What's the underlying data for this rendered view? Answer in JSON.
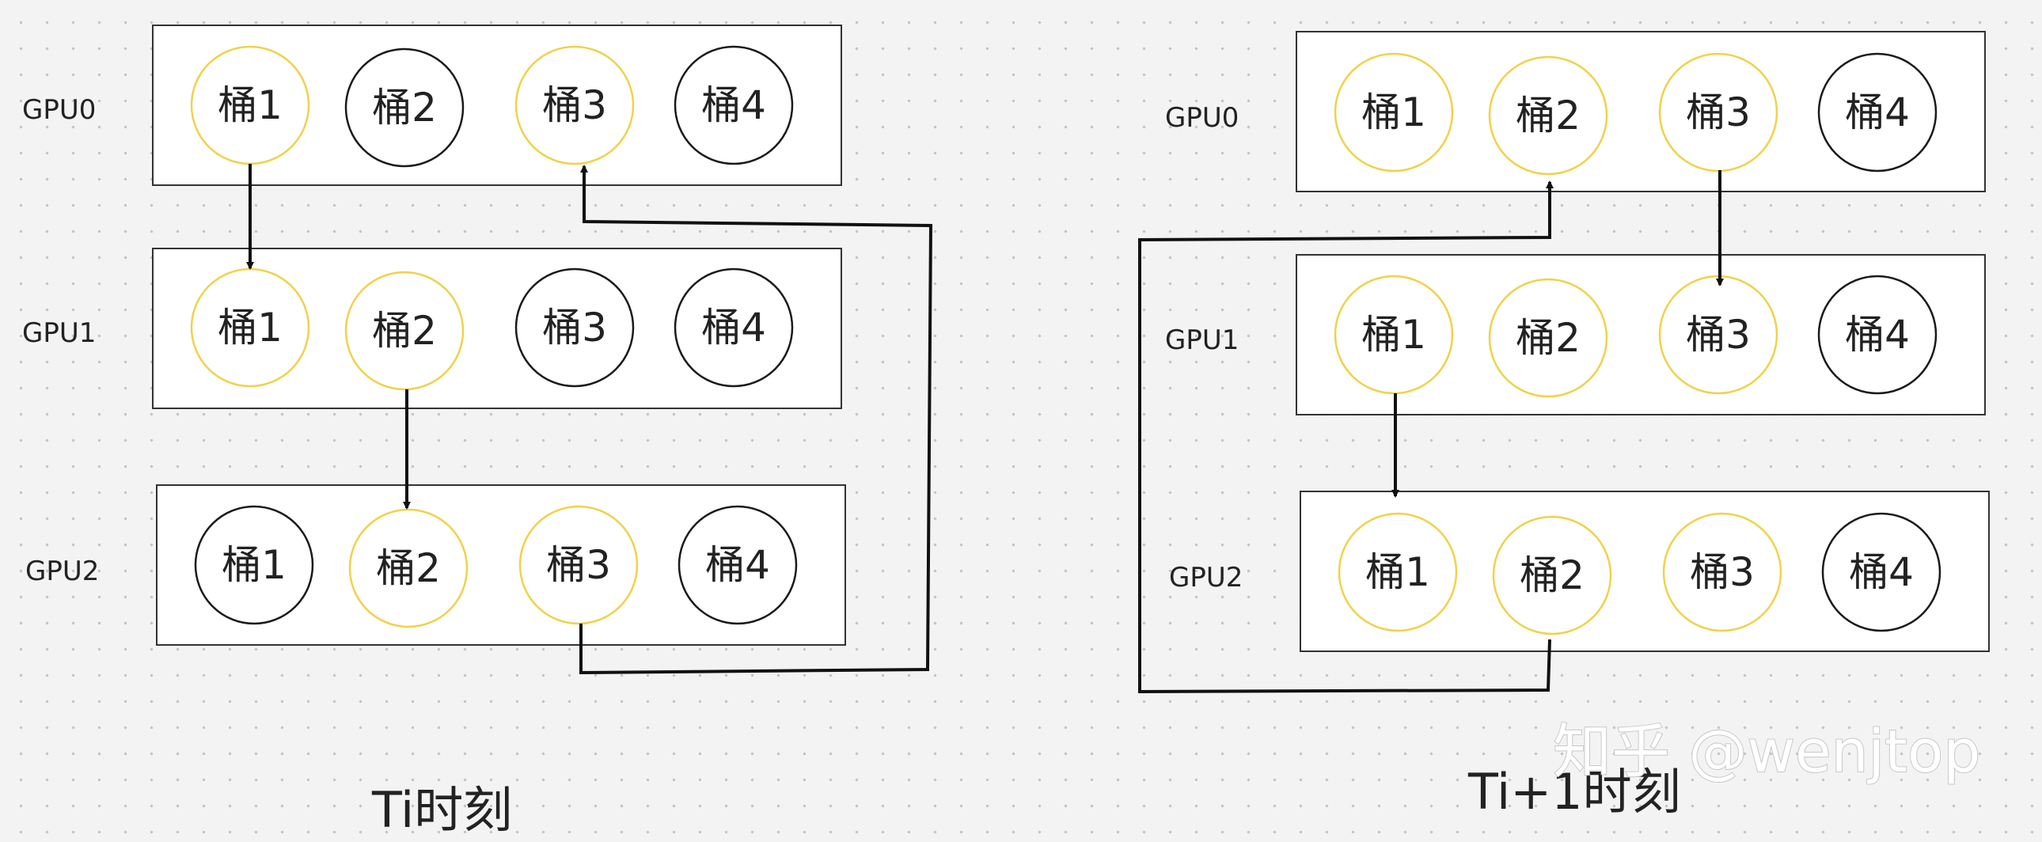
{
  "colors": {
    "active": "#f0d24a",
    "inactive": "#1a1a1a",
    "box_fill": "#ffffff",
    "line": "#111111"
  },
  "panels": [
    {
      "caption": "Ti时刻",
      "gpus": [
        {
          "label": "GPU0",
          "buckets": [
            {
              "label": "桶1",
              "active": true
            },
            {
              "label": "桶2",
              "active": false
            },
            {
              "label": "桶3",
              "active": true
            },
            {
              "label": "桶4",
              "active": false
            }
          ]
        },
        {
          "label": "GPU1",
          "buckets": [
            {
              "label": "桶1",
              "active": true
            },
            {
              "label": "桶2",
              "active": true
            },
            {
              "label": "桶3",
              "active": false
            },
            {
              "label": "桶4",
              "active": false
            }
          ]
        },
        {
          "label": "GPU2",
          "buckets": [
            {
              "label": "桶1",
              "active": false
            },
            {
              "label": "桶2",
              "active": true
            },
            {
              "label": "桶3",
              "active": true
            },
            {
              "label": "桶4",
              "active": false
            }
          ]
        }
      ]
    },
    {
      "caption": "Ti+1时刻",
      "gpus": [
        {
          "label": "GPU0",
          "buckets": [
            {
              "label": "桶1",
              "active": true
            },
            {
              "label": "桶2",
              "active": true
            },
            {
              "label": "桶3",
              "active": true
            },
            {
              "label": "桶4",
              "active": false
            }
          ]
        },
        {
          "label": "GPU1",
          "buckets": [
            {
              "label": "桶1",
              "active": true
            },
            {
              "label": "桶2",
              "active": true
            },
            {
              "label": "桶3",
              "active": true
            },
            {
              "label": "桶4",
              "active": false
            }
          ]
        },
        {
          "label": "GPU2",
          "buckets": [
            {
              "label": "桶1",
              "active": true
            },
            {
              "label": "桶2",
              "active": true
            },
            {
              "label": "桶3",
              "active": true
            },
            {
              "label": "桶4",
              "active": false
            }
          ]
        }
      ]
    }
  ],
  "watermark": "知乎 @wenjtop"
}
